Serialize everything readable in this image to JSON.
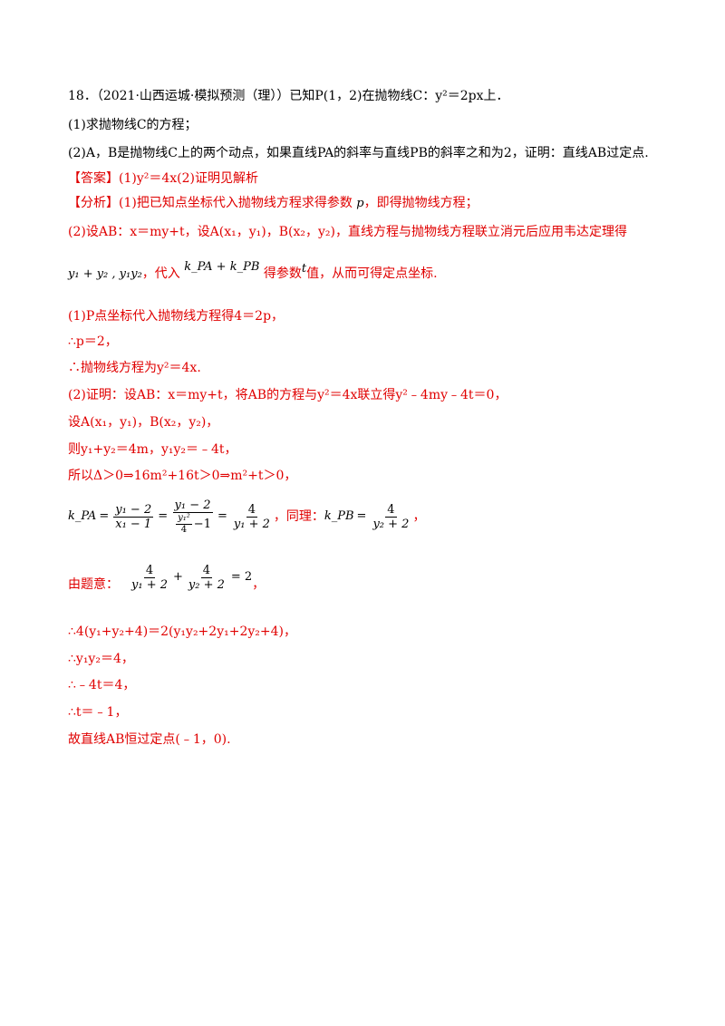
{
  "question": {
    "number": "18．",
    "source": "（2021·山西运城·模拟预测（理））",
    "stem": "已知P(1，2)在抛物线C：y²＝2px上．",
    "part1": "(1)求抛物线C的方程；",
    "part2": "(2)A，B是抛物线C上的两个动点，如果直线PA的斜率与直线PB的斜率之和为2，证明：直线AB过定点."
  },
  "answer": {
    "tag": "【答案】",
    "text": "(1)y²＝4x(2)证明见解析"
  },
  "analysis": {
    "tag": "【分析】",
    "line1": "(1)把已知点坐标代入抛物线方程求得参数",
    "line1_param": "p",
    "line1_tail": "，即得抛物线方程；",
    "line2": "(2)设AB：x＝my+t，设A(x₁，y₁)，B(x₂，y₂)，直线方程与抛物线方程联立消元后应用韦达定理得",
    "line3_math": "y₁ + y₂ , y₁y₂",
    "line3_mid": "，代入",
    "line3_k": "k_PA + k_PB",
    "line3_tail_a": "得参数",
    "line3_param": "t",
    "line3_tail_b": "值，从而可得定点坐标."
  },
  "solution": {
    "s1": "(1)P点坐标代入抛物线方程得4＝2p，",
    "s2": "∴p＝2，",
    "s3": "∴抛物线方程为y²＝4x.",
    "s4": "(2)证明：设AB：x＝my+t，将AB的方程与y²＝4x联立得y²﹣4my﹣4t＝0，",
    "s5": "设A(x₁，y₁)，B(x₂，y₂)，",
    "s6": "则y₁+y₂＝4m，y₁y₂＝﹣4t，",
    "s7": "所以Δ＞0⇒16m²+16t＞0⇒m²+t＞0，",
    "s8_mid": "，同理：",
    "s8_end": "，",
    "s9_lead": "由题意：",
    "s9_end": "，",
    "s10": "∴4(y₁+y₂+4)＝2(y₁y₂+2y₁+2y₂+4)，",
    "s11": "∴y₁y₂＝4，",
    "s12": "∴﹣4t＝4，",
    "s13": "∴t＝﹣1，",
    "s14": "故直线AB恒过定点(﹣1，0)."
  },
  "formulas": {
    "kpa": "k_PA",
    "f1_num": "y₁ − 2",
    "f1_den": "x₁ − 1",
    "f2_num": "y₁ − 2",
    "f2_den_num": "y₁²",
    "f2_den_den": "4",
    "f2_den_tail": "−1",
    "f3_num": "4",
    "f3_den": "y₁ + 2",
    "kpb": "k_PB",
    "f4_num": "4",
    "f4_den": "y₂ + 2",
    "f5_num": "4",
    "f5_den": "y₁ + 2",
    "f6_num": "4",
    "f6_den": "y₂ + 2",
    "eq_rhs": "= 2",
    "eq": "=",
    "plus": "+"
  },
  "colors": {
    "text": "#000000",
    "highlight": "#e00000"
  }
}
